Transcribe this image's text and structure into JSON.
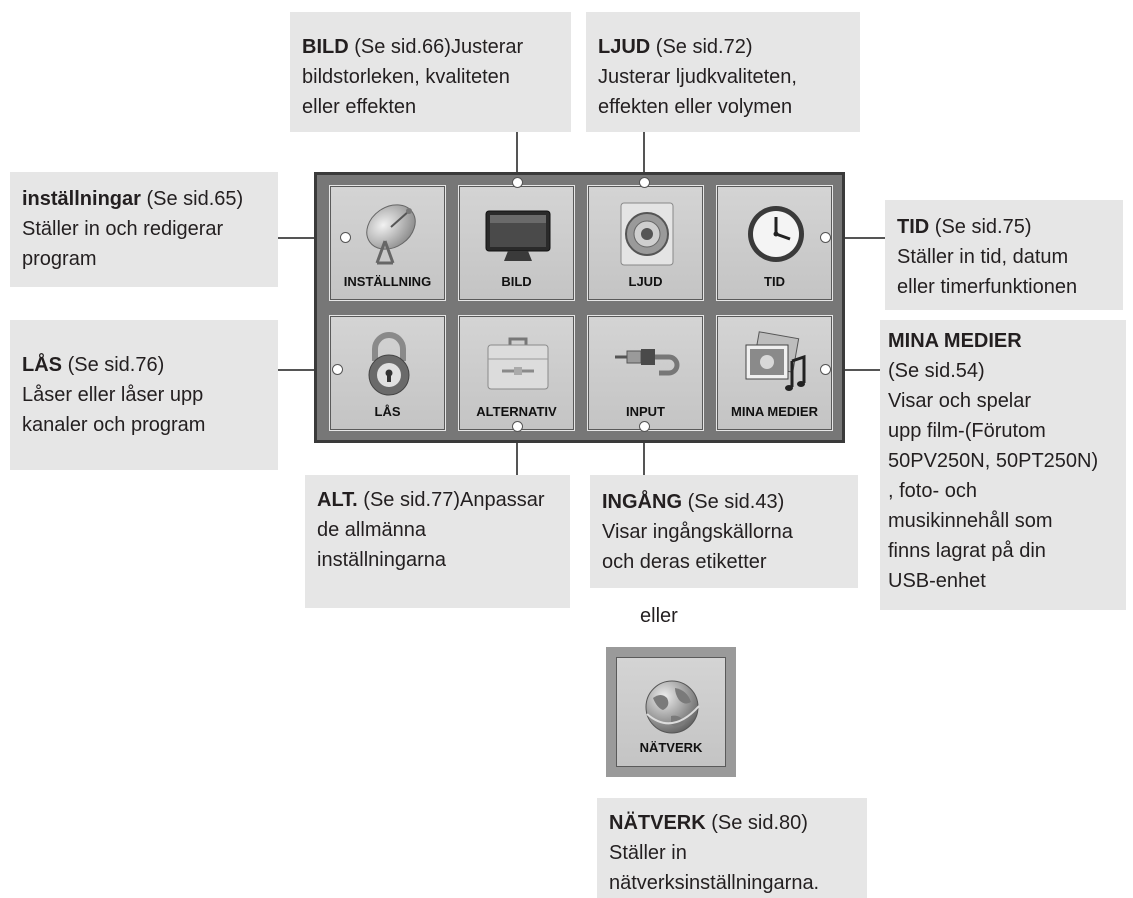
{
  "menu_tiles": {
    "installning": "INSTÄLLNING",
    "bild": "BILD",
    "ljud": "LJUD",
    "tid": "TID",
    "las": "LÅS",
    "alternativ": "ALTERNATIV",
    "input": "INPUT",
    "mina_medier": "MINA MEDIER"
  },
  "network_tile": "NÄTVERK",
  "or_text": "eller",
  "callouts": {
    "bild": {
      "title": "BILD",
      "lines": [
        "(Se sid.66)Justerar",
        "bildstorleken, kvaliteten",
        "eller effekten"
      ]
    },
    "ljud": {
      "title": "LJUD",
      "lines": [
        "(Se sid.72)",
        "Justerar ljudkvaliteten,",
        "effekten eller volymen"
      ]
    },
    "installningar": {
      "title": "inställningar",
      "lines": [
        "(Se sid.65)",
        "Ställer in och redigerar",
        "program"
      ]
    },
    "tid": {
      "title": "TID",
      "lines": [
        "(Se sid.75)",
        "Ställer in tid, datum",
        "eller timerfunktionen"
      ]
    },
    "las": {
      "title": "LÅS",
      "lines": [
        "(Se sid.76)",
        "Låser eller låser upp",
        "kanaler och program"
      ]
    },
    "mina_medier": {
      "title": "MINA MEDIER",
      "lines": [
        "(Se sid.54)",
        "Visar och spelar",
        "upp film-(Förutom",
        "50PV250N, 50PT250N)",
        ", foto- och",
        "musikinnehåll som",
        "finns lagrat på din",
        "USB-enhet"
      ]
    },
    "alt": {
      "title": "ALT.",
      "lines": [
        "(Se sid.77)Anpassar",
        "de allmänna",
        "inställningarna"
      ]
    },
    "ingang": {
      "title": "INGÅNG",
      "lines": [
        "(Se sid.43)",
        "Visar ingångskällorna",
        "och deras etiketter"
      ]
    },
    "natverk": {
      "title": "NÄTVERK",
      "lines": [
        "(Se sid.80)",
        "Ställer in",
        "nätverksinställningarna."
      ]
    }
  }
}
